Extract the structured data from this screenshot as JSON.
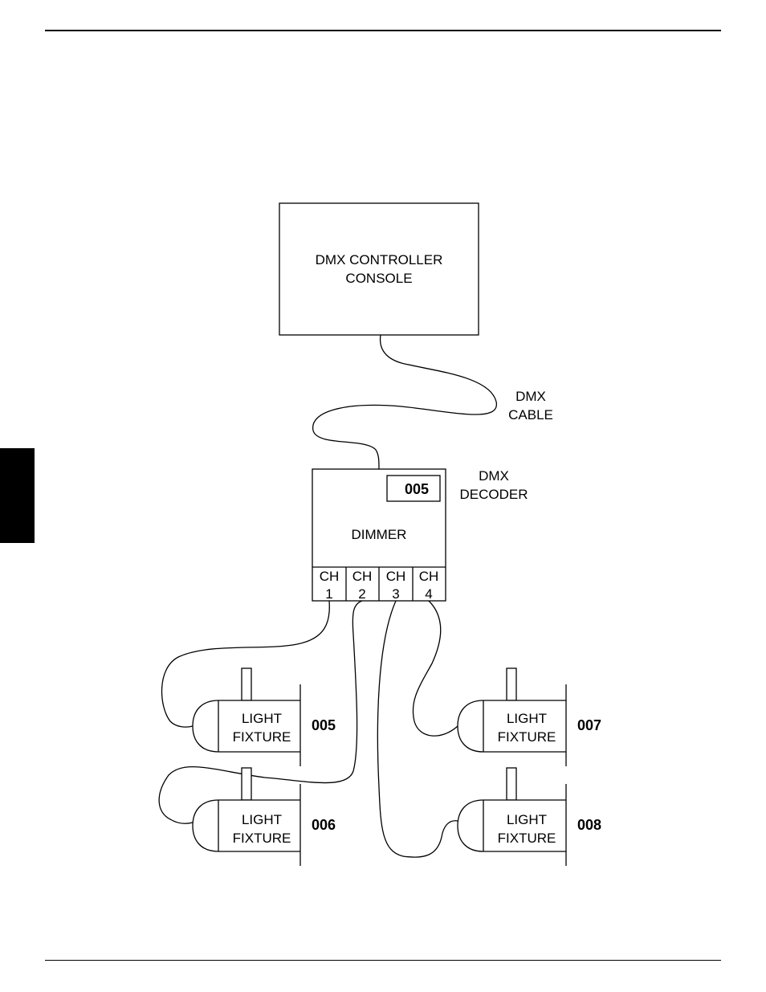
{
  "controller": {
    "line1": "DMX CONTROLLER",
    "line2": "CONSOLE"
  },
  "cable": {
    "line1": "DMX",
    "line2": "CABLE"
  },
  "decoder": {
    "line1": "DMX",
    "line2": "DECODER",
    "address": "005",
    "label": "DIMMER"
  },
  "channels": [
    {
      "top": "CH",
      "num": "1"
    },
    {
      "top": "CH",
      "num": "2"
    },
    {
      "top": "CH",
      "num": "3"
    },
    {
      "top": "CH",
      "num": "4"
    }
  ],
  "fixtures": [
    {
      "line1": "LIGHT",
      "line2": "FIXTURE",
      "address": "005"
    },
    {
      "line1": "LIGHT",
      "line2": "FIXTURE",
      "address": "006"
    },
    {
      "line1": "LIGHT",
      "line2": "FIXTURE",
      "address": "007"
    },
    {
      "line1": "LIGHT",
      "line2": "FIXTURE",
      "address": "008"
    }
  ]
}
